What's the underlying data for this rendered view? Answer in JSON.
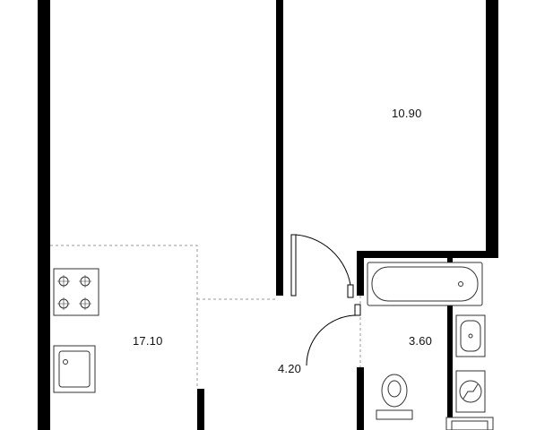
{
  "rooms": [
    {
      "id": "bedroom",
      "area": "10.90"
    },
    {
      "id": "kitchen-living",
      "area": "17.10"
    },
    {
      "id": "hallway",
      "area": "4.20"
    },
    {
      "id": "bathroom",
      "area": "3.60"
    }
  ],
  "colors": {
    "wall": "#000000",
    "fixture_stroke": "#333333",
    "dashed_line": "#9a9a9a",
    "background": "#ffffff"
  }
}
